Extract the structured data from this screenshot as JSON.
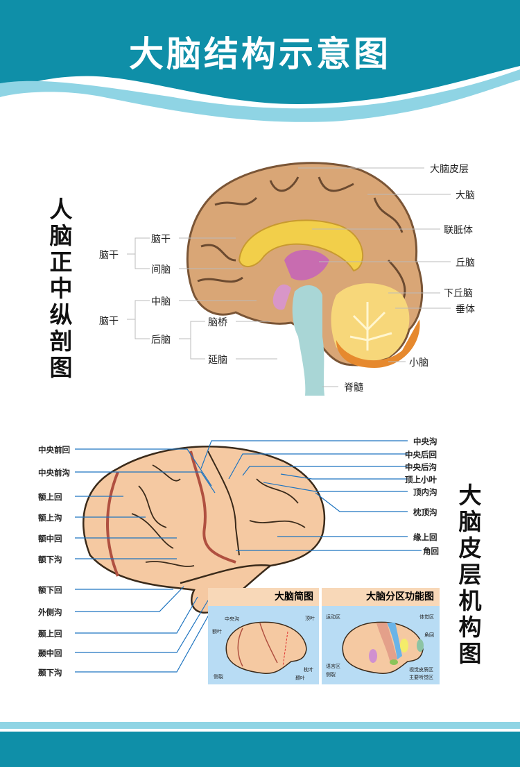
{
  "title": "大脑结构示意图",
  "colors": {
    "header": "#0f8fa8",
    "wave": "#8fd4e4",
    "brain": "#d9a676",
    "cortex": "#f5c9a2",
    "corpus": "#f2cf4a",
    "stem": "#a9d6d6",
    "cerebellum": "#f7d77a",
    "leader_blue": "#1e74c0",
    "inset_bg": "#b8dcf4"
  },
  "section1": {
    "vertical_title": "人脑正中纵剖图",
    "left_labels": {
      "group1": "脑干",
      "g1_a": "脑干",
      "g1_b": "间脑",
      "group2": "脑干",
      "g2_a": "中脑",
      "g2_b": "后脑",
      "g2_b1": "脑桥",
      "g2_b2": "延脑"
    },
    "right_labels": [
      "大脑皮层",
      "大脑",
      "联胝体",
      "丘脑",
      "下丘脑",
      "垂体",
      "小脑"
    ],
    "bottom_label": "脊髓"
  },
  "section2": {
    "vertical_title": "大脑皮层机构图",
    "left_labels": [
      "中央前回",
      "中央前沟",
      "额上回",
      "额上沟",
      "额中回",
      "额下沟",
      "额下回",
      "外侧沟",
      "颞上回",
      "颞中回",
      "颞下沟"
    ],
    "right_labels": [
      "中央沟",
      "中央后回",
      "中央后沟",
      "顶上小叶",
      "顶内沟",
      "枕顶沟",
      "缘上回",
      "角回"
    ],
    "inset1": {
      "title": "大脑简图",
      "labels": [
        "中央沟",
        "额叶",
        "顶叶",
        "枕叶",
        "侧裂",
        "颞叶"
      ]
    },
    "inset2": {
      "title": "大脑分区功能图",
      "labels": [
        "运动区",
        "体觉区",
        "角回",
        "语言区",
        "侧裂",
        "视觉皮质区",
        "主要听觉区"
      ]
    }
  }
}
